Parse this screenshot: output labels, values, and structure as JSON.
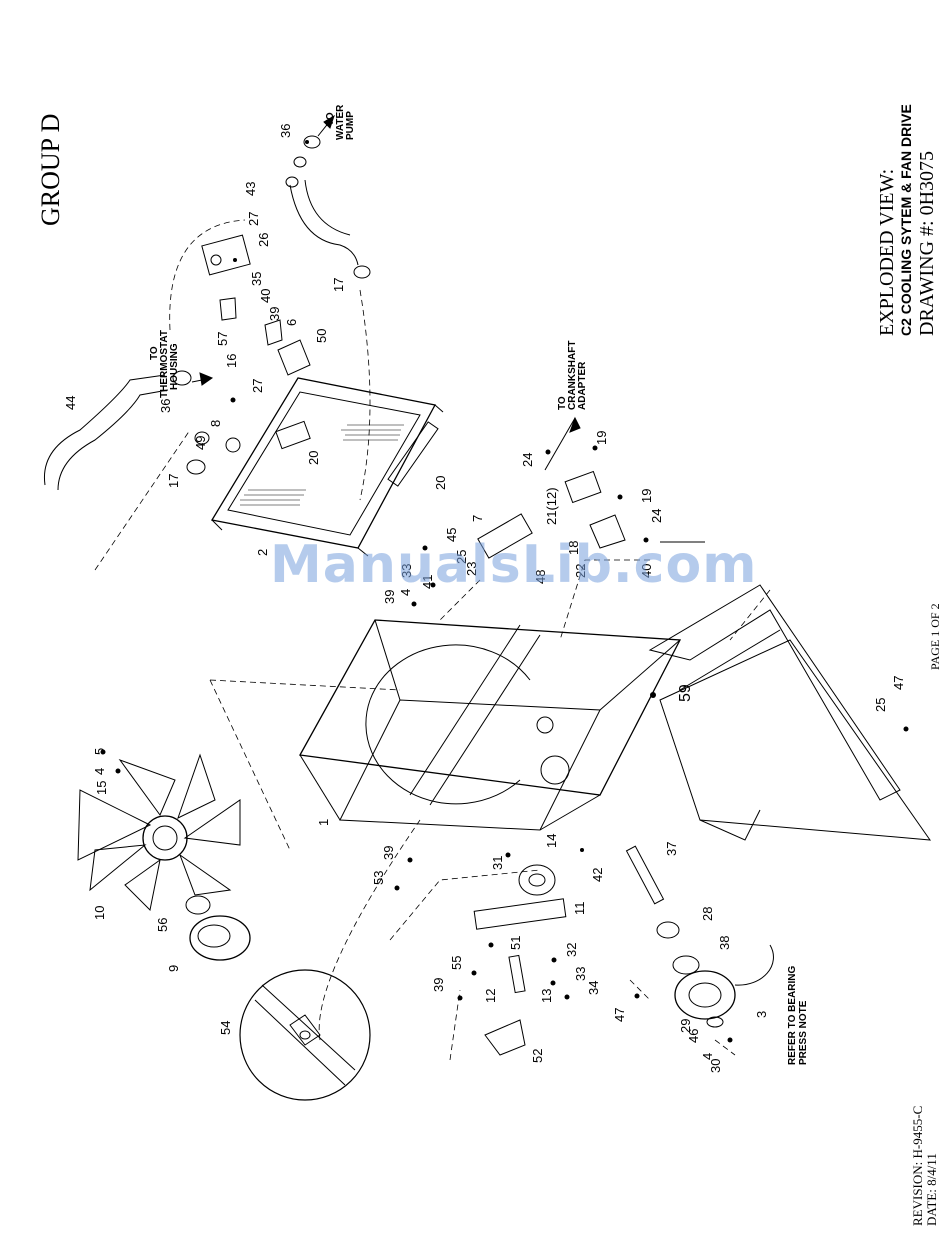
{
  "group_label": "GROUP D",
  "title_block": {
    "heading": "EXPLODED VIEW:",
    "subtitle": "C2 COOLING SYTEM & FAN DRIVE",
    "drawing": "DRAWING #: 0H3075"
  },
  "page_label": "PAGE 1 OF 2",
  "revision": {
    "revision_line": "REVISION: H-9455-C",
    "date_line": "DATE:  8/4/11"
  },
  "notes": {
    "water_pump": [
      "TO",
      "WATER",
      "PUMP"
    ],
    "thermostat": [
      "TO",
      "THERMOSTAT",
      "HOUSING"
    ],
    "crankshaft": [
      "TO",
      "CRANKSHAFT",
      "ADAPTER"
    ],
    "bearing": [
      "REFER TO BEARING",
      "PRESS NOTE"
    ]
  },
  "callouts": [
    "36",
    "43",
    "17",
    "27",
    "26",
    "35",
    "40",
    "39",
    "6",
    "50",
    "57",
    "16",
    "27",
    "8",
    "36",
    "44",
    "49",
    "17",
    "20",
    "20",
    "2",
    "24",
    "19",
    "21(12)",
    "19",
    "24",
    "18",
    "22",
    "45",
    "33",
    "39",
    "4",
    "25",
    "7",
    "48",
    "59",
    "25",
    "47",
    "5",
    "4",
    "15",
    "1",
    "10",
    "56",
    "9",
    "39",
    "53",
    "31",
    "14",
    "42",
    "37",
    "11",
    "51",
    "32",
    "33",
    "34",
    "55",
    "39",
    "12",
    "13",
    "52",
    "28",
    "38",
    "47",
    "29",
    "46",
    "4",
    "30",
    "3",
    "54",
    "41",
    "23",
    "40"
  ],
  "watermark": "ManualsLib.com"
}
